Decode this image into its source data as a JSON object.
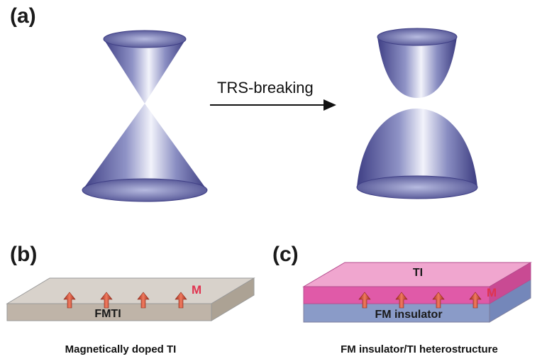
{
  "panels": {
    "a": {
      "label": "(a)",
      "arrow_text": "TRS-breaking"
    },
    "b": {
      "label": "(b)",
      "layer_label": "FMTI",
      "moment_label": "M",
      "caption": "Magnetically doped TI",
      "arrow_count": 4
    },
    "c": {
      "label": "(c)",
      "top_layer_label": "TI",
      "bottom_layer_label": "FM insulator",
      "moment_label": "M",
      "caption": "FM insulator/TI heterostructure",
      "arrow_count": 4
    }
  },
  "colors": {
    "cone_dark": "#4e4f8f",
    "cone_light": "#eef0fa",
    "moment_arrow": "#d9472f",
    "moment_label": "#e0334f",
    "fmti_slab": "#c8beb2",
    "ti_layer": "#e05aa8",
    "fm_insulator": "#8a9bc8"
  }
}
